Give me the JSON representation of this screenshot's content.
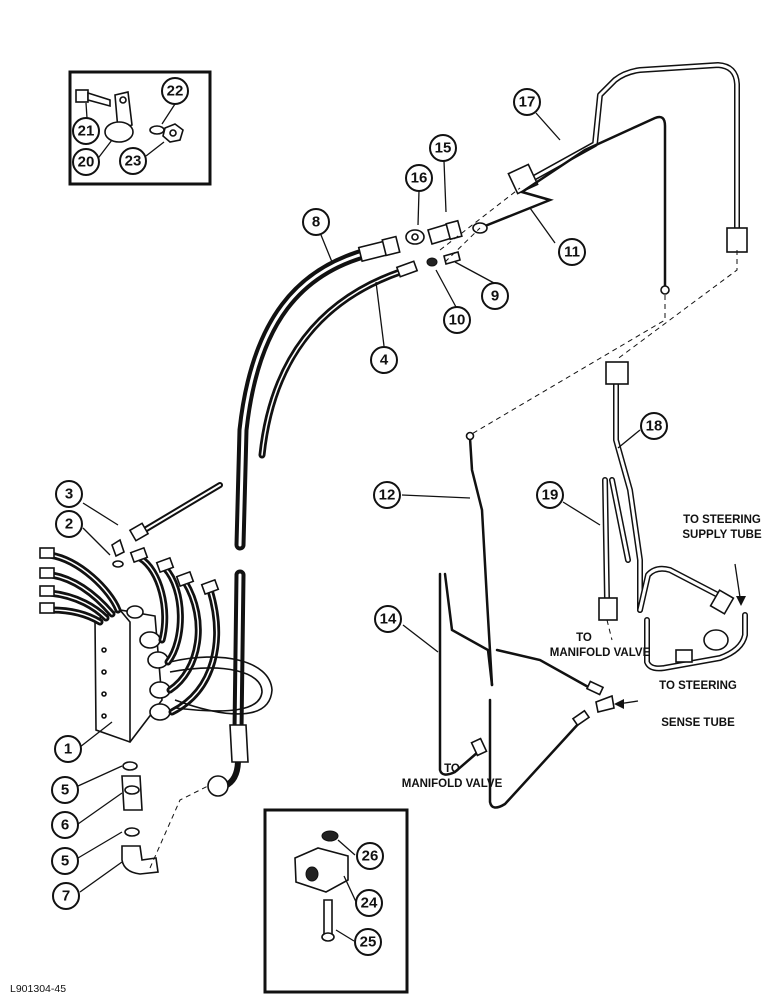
{
  "callouts": {
    "c1": "1",
    "c2": "2",
    "c3": "3",
    "c4": "4",
    "c5a": "5",
    "c5b": "5",
    "c6": "6",
    "c7": "7",
    "c8": "8",
    "c9": "9",
    "c10": "10",
    "c11": "11",
    "c12": "12",
    "c14": "14",
    "c15": "15",
    "c16": "16",
    "c17": "17",
    "c18": "18",
    "c19": "19",
    "c20": "20",
    "c21": "21",
    "c22": "22",
    "c23": "23",
    "c24": "24",
    "c25": "25",
    "c26": "26"
  },
  "labels": {
    "to_steering_supply_1": "TO STEERING",
    "to_steering_supply_2": "SUPPLY TUBE",
    "to_manifold_valve_upper_1": "TO",
    "to_manifold_valve_upper_2": "MANIFOLD VALVE",
    "to_steering_sense_1": "TO STEERING",
    "to_steering_sense_2": "SENSE TUBE",
    "to_manifold_valve_lower_1": "TO",
    "to_manifold_valve_lower_2": "MANIFOLD VALVE"
  },
  "figure_code": "L901304-45"
}
